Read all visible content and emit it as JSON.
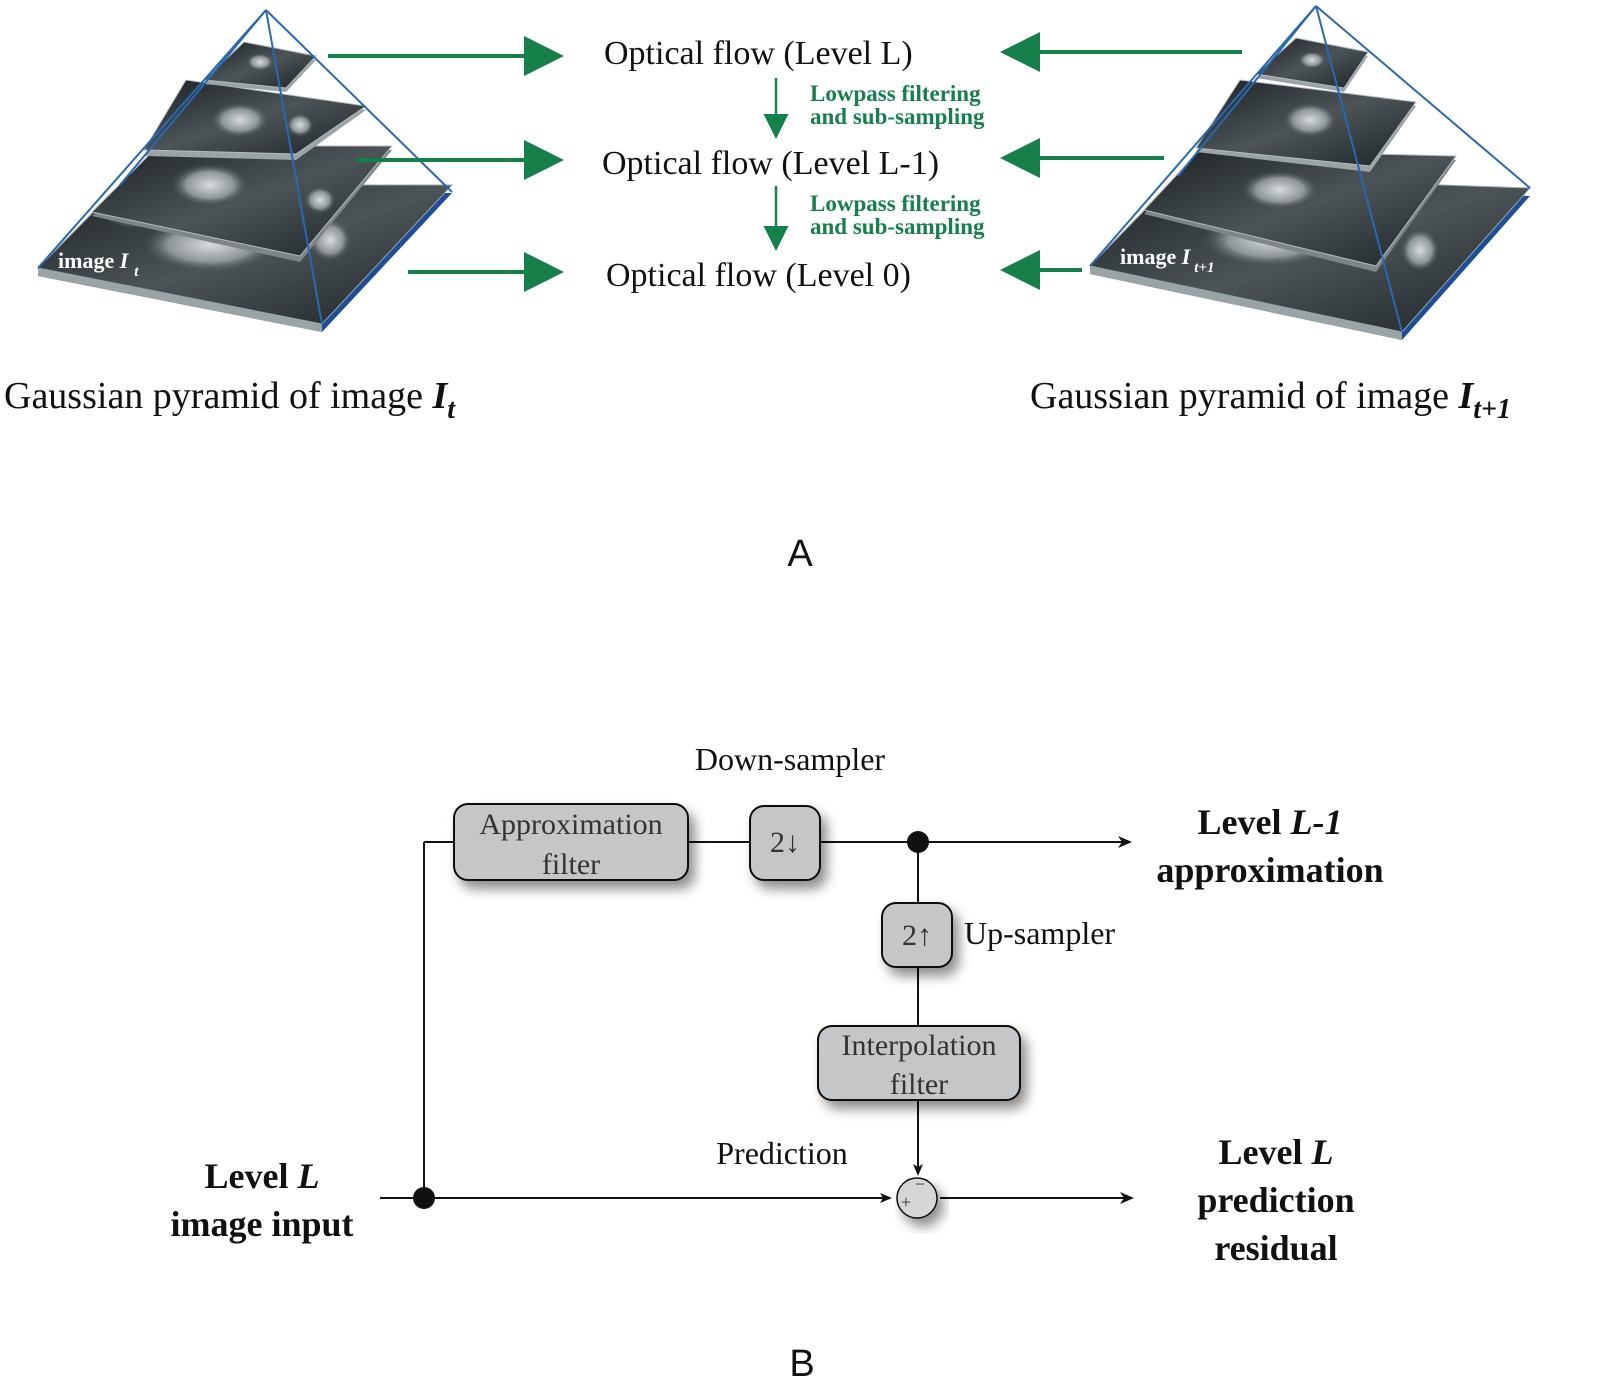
{
  "panel_a": {
    "label": "A",
    "flow_levels": [
      "Optical flow (Level L)",
      "Optical flow (Level L-1)",
      "Optical flow (Level 0)"
    ],
    "filter_note_line1": "Lowpass filtering",
    "filter_note_line2": "and sub-sampling",
    "left_pyramid": {
      "image_label_base": "image ",
      "image_label_symbol": "I",
      "image_label_sub": "t",
      "caption_base": "Gaussian pyramid of image ",
      "caption_symbol": "I",
      "caption_sub": "t"
    },
    "right_pyramid": {
      "image_label_base": "image ",
      "image_label_symbol": "I",
      "image_label_sub": "t+1",
      "caption_base": "Gaussian pyramid of image ",
      "caption_symbol": "I",
      "caption_sub": "t+1"
    },
    "colors": {
      "arrow_green": "#15804a",
      "pyramid_edge_blue": "#2a68b0",
      "slab_side_blue": "#1e4f96"
    }
  },
  "panel_b": {
    "label": "B",
    "down_sampler_title": "Down-sampler",
    "approx_filter_line1": "Approximation",
    "approx_filter_line2": "filter",
    "down_symbol": "2↓",
    "up_symbol": "2↑",
    "up_sampler_label": "Up-sampler",
    "interp_filter_line1": "Interpolation",
    "interp_filter_line2": "filter",
    "prediction_label": "Prediction",
    "sum_minus": "−",
    "sum_plus": "+",
    "input_line1_text": "Level ",
    "input_line1_italic": "L",
    "input_line2": "image input",
    "out_top_line1_text": "Level ",
    "out_top_line1_italic": "L-1",
    "out_top_line2": "approximation",
    "out_bottom_line1_text": "Level ",
    "out_bottom_line1_italic": "L",
    "out_bottom_line2": "prediction",
    "out_bottom_line3": "residual"
  }
}
